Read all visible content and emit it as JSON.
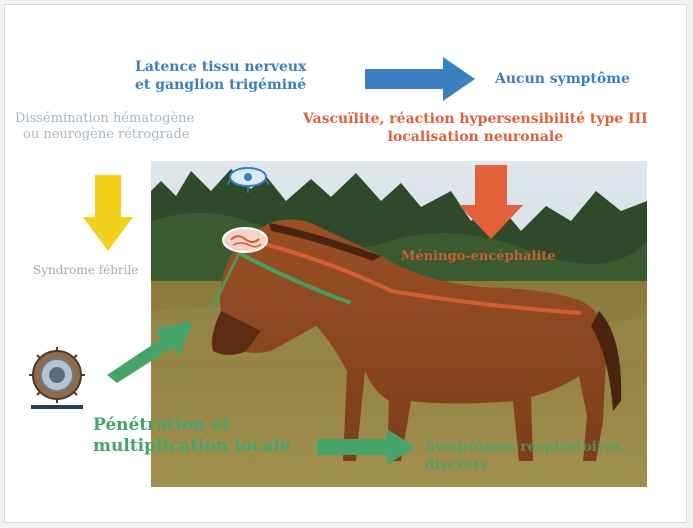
{
  "labels": {
    "latence_line1": "Latence tissu nerveux",
    "latence_line2": "et ganglion trigéminé",
    "aucun_symptome": "Aucun symptôme",
    "vascularite_line1": "Vascuïlite, réaction hypersensibilité type III",
    "vascularite_line2": "localisation neuronale",
    "dissemination_line1": "Dissémination hématogène",
    "dissemination_line2": "ou neurogène rétrograde",
    "syndrome": "Syndrome fébrile",
    "meningo": "Méningo-encéphalite",
    "penetration_line1": "Pénétration et",
    "penetration_line2": "multiplication locale",
    "symptomes_line1": "Symptômes respiratoires",
    "symptomes_line2": "discrets"
  },
  "colors": {
    "blue": "#3b7fc1",
    "orange_red": "#e2603a",
    "yellow": "#f2d21a",
    "green": "#46a46a",
    "gray": "#a9a9a9"
  },
  "icons": {
    "virus": "virus-particle-icon",
    "neuron": "neuron-cell-icon",
    "brain": "brain-icon"
  }
}
